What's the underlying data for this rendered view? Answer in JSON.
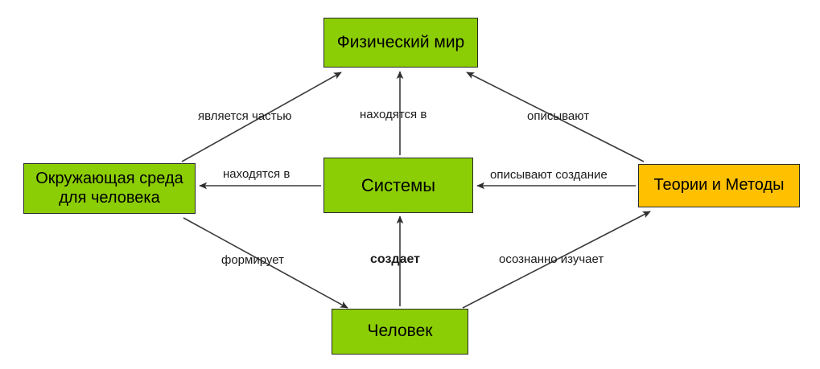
{
  "diagram": {
    "title": "",
    "colors": {
      "node_green": "#8CCE06",
      "node_orange": "#FFC000",
      "border": "#2b2b2b",
      "edge": "#3a3a3a",
      "background": "#ffffff",
      "text": "#000000"
    },
    "nodes": [
      {
        "id": "physical-world",
        "label": "Физический мир",
        "color": "#8CCE06"
      },
      {
        "id": "environment",
        "label": "Окружающая среда\nдля человека",
        "color": "#8CCE06"
      },
      {
        "id": "systems",
        "label": "Системы",
        "color": "#8CCE06"
      },
      {
        "id": "theories-methods",
        "label": "Теории и Методы",
        "color": "#FFC000"
      },
      {
        "id": "human",
        "label": "Человек",
        "color": "#8CCE06"
      }
    ],
    "edges": [
      {
        "id": "env-world",
        "from": "environment",
        "to": "physical-world",
        "label": "является частью",
        "bold": false
      },
      {
        "id": "sys-world",
        "from": "systems",
        "to": "physical-world",
        "label": "находятся в",
        "bold": false
      },
      {
        "id": "theo-world",
        "from": "theories-methods",
        "to": "physical-world",
        "label": "описывают",
        "bold": false
      },
      {
        "id": "env-sys",
        "from": "systems",
        "to": "environment",
        "label": "находятся в",
        "bold": false
      },
      {
        "id": "theo-sys",
        "from": "theories-methods",
        "to": "systems",
        "label": "описывают создание",
        "bold": false
      },
      {
        "id": "env-human",
        "from": "environment",
        "to": "human",
        "label": "формирует",
        "bold": false
      },
      {
        "id": "human-sys",
        "from": "human",
        "to": "systems",
        "label": "создает",
        "bold": true
      },
      {
        "id": "human-theo",
        "from": "human",
        "to": "theories-methods",
        "label": "осознанно изучает",
        "bold": false
      }
    ]
  }
}
